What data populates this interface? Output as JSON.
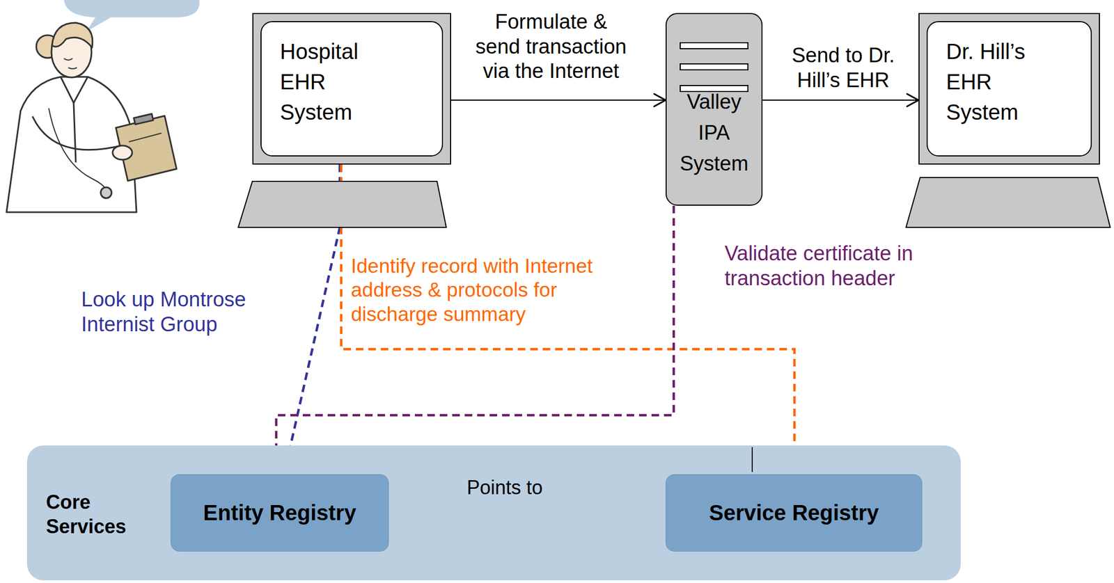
{
  "diagram": {
    "nodes": [
      {
        "text": [
          "Hospital EHR System"
        ]
      },
      {
        "text": [
          "Valley IPA System"
        ]
      },
      {
        "text": [
          "Dr. Hill’s EHR System"
        ]
      },
      {
        "text": [
          "Core Services"
        ]
      },
      {
        "text": [
          "Entity Registry"
        ],
        "in": 3
      },
      {
        "text": [
          "Service Registry"
        ],
        "in": 3
      }
    ],
    "edges": [
      {
        "from": 0,
        "to": 1,
        "label": "Formulate & send transaction via the Internet",
        "arrow": "to"
      },
      {
        "from": 1,
        "to": 2,
        "label": "Send to Dr. Hill’s EHR",
        "arrow": "to"
      },
      {
        "from": 4,
        "to": 5,
        "label": "Points to",
        "arrow": "to"
      },
      {
        "from": 0,
        "to": 4,
        "label": "Look up Montrose Internist Group",
        "arrow": "to"
      },
      {
        "from": 0,
        "to": 5,
        "label": "Identify record with Internet address & protocols for discharge summary",
        "arrow": "to"
      },
      {
        "from": 1,
        "to": 4,
        "label": "Validate certificate in transaction header",
        "arrow": "to"
      }
    ]
  }
}
